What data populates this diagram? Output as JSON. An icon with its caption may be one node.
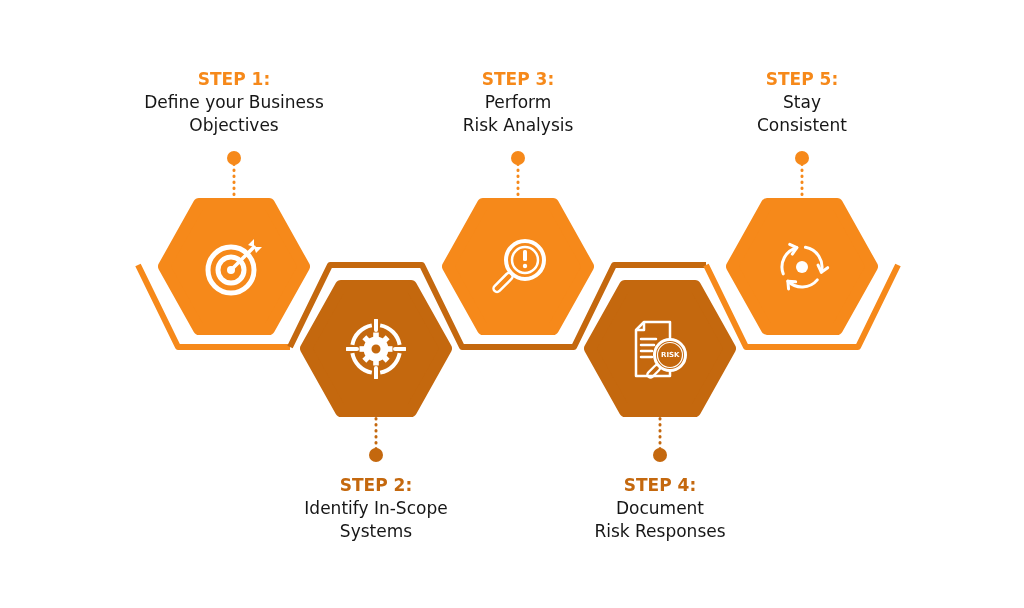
{
  "diagram": {
    "nodes": [
      {
        "text": [
          "STEP 1:",
          "Define your Business Objectives"
        ]
      },
      {
        "text": [],
        "shape": "hexagon"
      },
      {
        "text": [
          "STEP 2:",
          "Identify In-Scope Systems"
        ]
      },
      {
        "text": [],
        "shape": "hexagon"
      },
      {
        "text": [
          "STEP 3:",
          "Perform Risk Analysis"
        ]
      },
      {
        "text": [],
        "shape": "hexagon"
      },
      {
        "text": [
          "STEP 4:",
          "Document Risk Responses"
        ]
      },
      {
        "text": [],
        "shape": "hexagon"
      },
      {
        "text": [
          "STEP 5:",
          "Stay Consistent"
        ]
      },
      {
        "text": [],
        "shape": "hexagon"
      }
    ],
    "edges": [
      {
        "from": 0,
        "to": 1,
        "arrow": "other",
        "style": "dashed"
      },
      {
        "from": 2,
        "to": 3,
        "arrow": "other",
        "style": "dashed",
        "color": "#c4680e"
      },
      {
        "from": 4,
        "to": 5,
        "arrow": "other",
        "style": "dashed"
      },
      {
        "from": 6,
        "to": 7,
        "arrow": "other",
        "style": "dashed",
        "color": "#c4680e"
      },
      {
        "from": 8,
        "to": 9,
        "arrow": "other",
        "style": "dashed"
      }
    ],
    "labels": [
      "RISK"
    ]
  }
}
